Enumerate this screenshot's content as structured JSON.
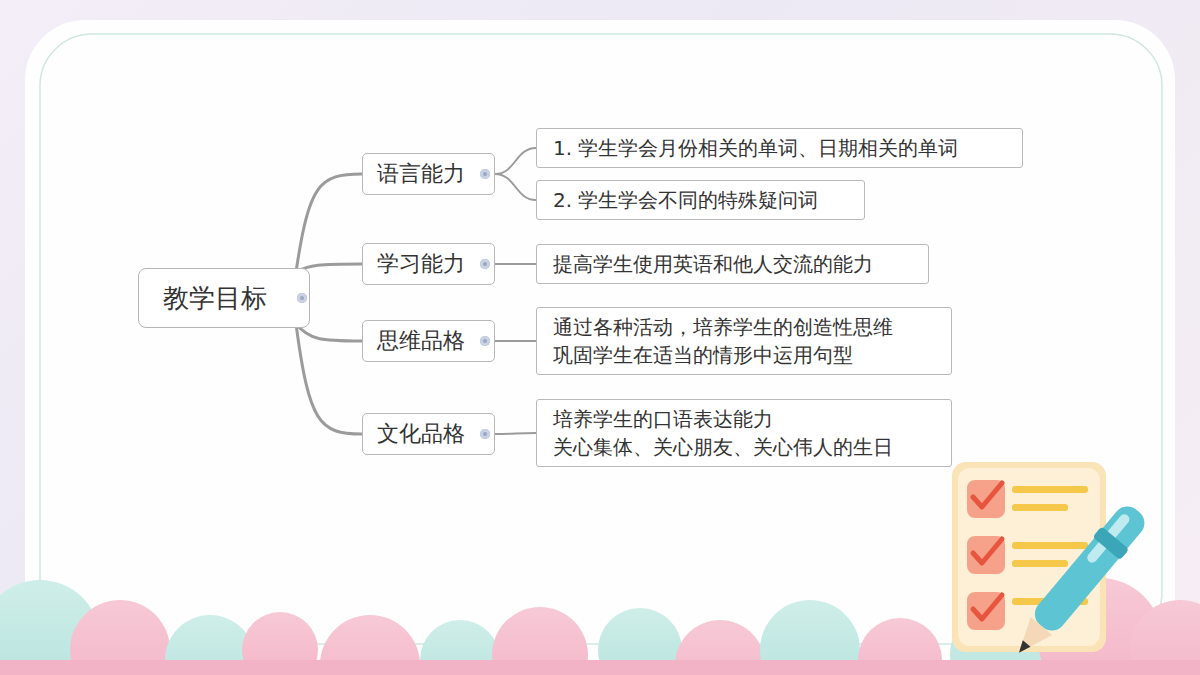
{
  "diagram": {
    "nodes": [
      {
        "text": [
          "教学目标"
        ]
      },
      {
        "text": [
          "语言能力"
        ]
      },
      {
        "text": [
          "1. 学生学会月份相关的单词、日期相关的单词"
        ]
      },
      {
        "text": [
          "2. 学生学会不同的特殊疑问词"
        ]
      },
      {
        "text": [
          "学习能力"
        ]
      },
      {
        "text": [
          "提高学生使用英语和他人交流的能力"
        ]
      },
      {
        "text": [
          "思维品格"
        ]
      },
      {
        "text": [
          "通过各种活动，培养学生的创造性思维",
          "巩固学生在适当的情形中运用句型"
        ]
      },
      {
        "text": [
          "文化品格"
        ]
      },
      {
        "text": [
          "培养学生的口语表达能力",
          "关心集体、关心朋友、关心伟人的生日"
        ]
      }
    ],
    "edges": [
      {
        "from": 0,
        "to": 1,
        "arrow": "none"
      },
      {
        "from": 0,
        "to": 4,
        "arrow": "none"
      },
      {
        "from": 0,
        "to": 6,
        "arrow": "none"
      },
      {
        "from": 0,
        "to": 8,
        "arrow": "none"
      },
      {
        "from": 1,
        "to": 2,
        "arrow": "none"
      },
      {
        "from": 1,
        "to": 3,
        "arrow": "none"
      },
      {
        "from": 4,
        "to": 5,
        "arrow": "none"
      },
      {
        "from": 6,
        "to": 7,
        "arrow": "none"
      },
      {
        "from": 8,
        "to": 9,
        "arrow": "none"
      }
    ]
  }
}
